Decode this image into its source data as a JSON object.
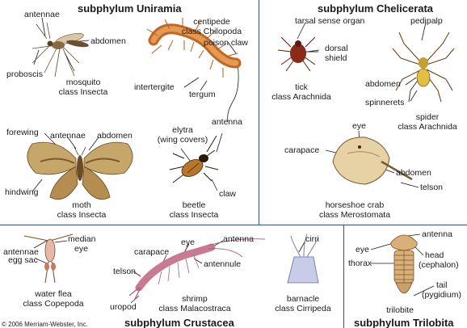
{
  "headings": {
    "uniramia": "subphylum Uniramia",
    "chelicerata": "subphylum Chelicerata",
    "crustacea": "subphylum Crustacea",
    "trilobita": "subphylum Trilobita"
  },
  "labels": {
    "antennae_mosquito": "antennae",
    "abdomen_mosquito": "abdomen",
    "proboscis": "proboscis",
    "mosquito_name": "mosquito",
    "mosquito_class": "class Insecta",
    "centipede_name": "centipede",
    "centipede_class": "class Chilopoda",
    "poison_claw": "poison claw",
    "intertergite": "intertergite",
    "tergum": "tergum",
    "antenna_centipede": "antenna",
    "forewing": "forewing",
    "antennae_moth": "antennae",
    "abdomen_moth": "abdomen",
    "hindwing": "hindwing",
    "moth_name": "moth",
    "moth_class": "class Insecta",
    "elytra_1": "elytra",
    "elytra_2": "(wing covers)",
    "claw": "claw",
    "beetle_name": "beetle",
    "beetle_class": "class Insecta",
    "tarsal_sense_organ": "tarsal sense organ",
    "dorsal": "dorsal",
    "shield": "shield",
    "tick_name": "tick",
    "tick_class": "class Arachnida",
    "pedipalp": "pedipalp",
    "abdomen_spider": "abdomen",
    "spinnerets": "spinnerets",
    "spider_name": "spider",
    "spider_class": "class Arachnida",
    "eye_crab": "eye",
    "carapace_crab": "carapace",
    "abdomen_crab": "abdomen",
    "telson_crab": "telson",
    "crab_name": "horseshoe crab",
    "crab_class": "class Merostomata",
    "antennae_flea": "antennae",
    "median": "median",
    "eye_flea": "eye",
    "egg_sac": "egg sac",
    "flea_name": "water flea",
    "flea_class": "class Copepoda",
    "carapace_shrimp": "carapace",
    "eye_shrimp": "eye",
    "antenna_shrimp": "antenna",
    "telson_shrimp": "telson",
    "antennule": "antennule",
    "uropod": "uropod",
    "shrimp_name": "shrimp",
    "shrimp_class": "class Malacostraca",
    "cirri": "cirri",
    "barnacle_name": "barnacle",
    "barnacle_class": "class Cirripeda",
    "eye_trilobite": "eye",
    "thorax": "thorax",
    "antenna_trilobite": "antenna",
    "head": "head",
    "cephalon": "(cephalon)",
    "tail": "tail",
    "pygidium": "(pygidium)",
    "trilobite_name": "trilobite"
  },
  "copyright": "© 2006 Merriam-Webster, Inc."
}
